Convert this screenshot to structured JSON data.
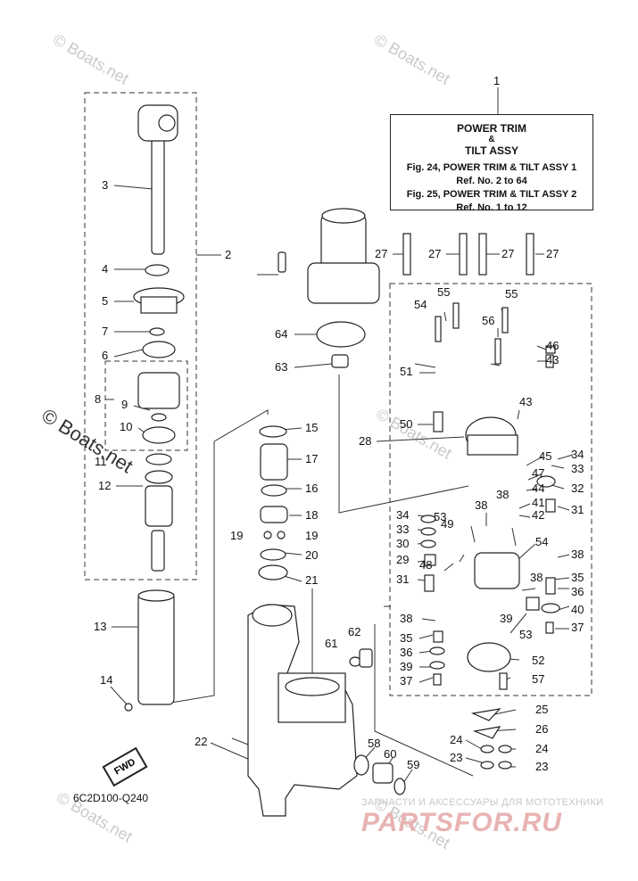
{
  "title_box": {
    "line1": "POWER TRIM",
    "line2": "&",
    "line3": "TILT ASSY",
    "ref1": "Fig. 24, POWER TRIM & TILT ASSY 1",
    "ref2": "Ref. No. 2 to 64",
    "ref3": "Fig. 25, POWER TRIM & TILT ASSY 2",
    "ref4": "Ref. No. 1 to 12"
  },
  "diagram_code": "6C2D100-Q240",
  "fwd_label": "FWD",
  "watermark": "© Boats.net",
  "shop": {
    "tagline": "ЗАПЧАСТИ И АКСЕССУАРЫ ДЛЯ МОТОТЕХНИКИ",
    "logo": "PARTSFOR.RU"
  },
  "callouts": [
    "1",
    "2",
    "3",
    "4",
    "5",
    "6",
    "7",
    "8",
    "9",
    "10",
    "11",
    "12",
    "13",
    "14",
    "15",
    "16",
    "17",
    "18",
    "19",
    "19",
    "20",
    "21",
    "22",
    "23",
    "23",
    "24",
    "24",
    "25",
    "26",
    "27",
    "27",
    "27",
    "27",
    "28",
    "29",
    "30",
    "31",
    "31",
    "32",
    "33",
    "33",
    "34",
    "34",
    "35",
    "35",
    "36",
    "36",
    "37",
    "37",
    "38",
    "38",
    "38",
    "38",
    "38",
    "39",
    "39",
    "40",
    "41",
    "42",
    "43",
    "43",
    "44",
    "45",
    "46",
    "47",
    "48",
    "49",
    "50",
    "51",
    "52",
    "53",
    "53",
    "54",
    "54",
    "55",
    "55",
    "56",
    "57",
    "58",
    "59",
    "60",
    "61",
    "62",
    "63",
    "64"
  ]
}
